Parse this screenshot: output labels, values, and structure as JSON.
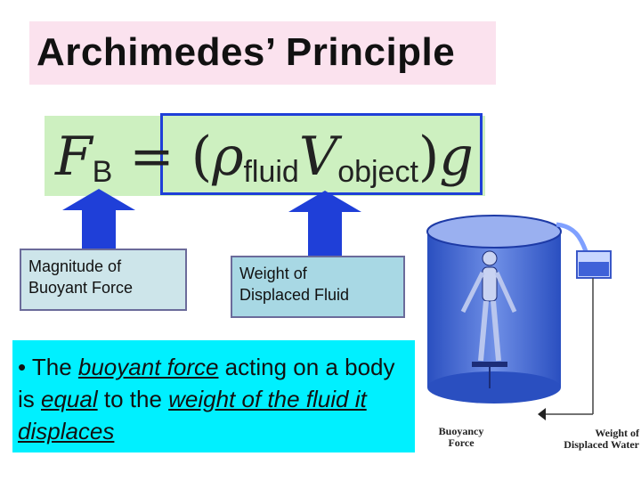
{
  "title": "Archimedes’ Principle",
  "formula": {
    "force": "F",
    "force_sub": "B",
    "equals": "=",
    "open_paren": "(",
    "density": "ρ",
    "density_sub": "fluid",
    "volume": "V",
    "volume_sub": "object",
    "close_paren": ")",
    "gravity": "g"
  },
  "labels": {
    "left_line1": "Magnitude of",
    "left_line2": "Buoyant Force",
    "right_line1": "Weight of",
    "right_line2": "Displaced Fluid"
  },
  "statement": {
    "bullet": "•",
    "p1": " The ",
    "u1": "buoyant force",
    "p2": " acting on a body is ",
    "u2": "equal",
    "p3": " to the ",
    "u3": "weight of the fluid it displaces"
  },
  "illustration": {
    "caption_left_1": "Buoyancy",
    "caption_left_2": "Force",
    "caption_right_1": "Weight of",
    "caption_right_2": "Displaced Water"
  },
  "colors": {
    "title_bg": "#fbe2ee",
    "formula_bg": "#cdf0c0",
    "accent_blue": "#1f3fd8",
    "statement_bg": "#00f0ff"
  }
}
